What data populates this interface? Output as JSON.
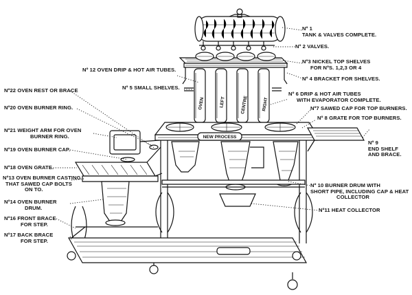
{
  "plate_text": "NEW PROCESS",
  "tube_labels": [
    "OVEN",
    "LEFT",
    "CENTRE",
    "RIGHT"
  ],
  "callouts": [
    {
      "id": "tank",
      "lines": [
        "Nº 1",
        "TANK & VALVES COMPLETE."
      ]
    },
    {
      "id": "valves",
      "lines": [
        "Nº 2 VALVES."
      ]
    },
    {
      "id": "nickel-shelves",
      "lines": [
        "Nº3 NICKEL TOP SHELVES",
        "FOR NºS. 1,2,3 OR 4"
      ]
    },
    {
      "id": "bracket",
      "lines": [
        "Nº 4 BRACKET FOR SHELVES."
      ]
    },
    {
      "id": "oven-drip",
      "lines": [
        "Nº 12 OVEN DRIP & HOT AIR TUBES."
      ]
    },
    {
      "id": "small-shelves",
      "lines": [
        "Nº 5 SMALL SHELVES."
      ]
    },
    {
      "id": "drip-tubes",
      "lines": [
        "Nº 6 DRIP & HOT AIR TUBES",
        "WITH EVAPORATOR COMPLETE."
      ]
    },
    {
      "id": "sawed-cap",
      "lines": [
        "Nº7 SAWED CAP FOR TOP BURNERS."
      ]
    },
    {
      "id": "grate-top",
      "lines": [
        "Nº 8 GRATE FOR TOP BURNERS."
      ]
    },
    {
      "id": "end-shelf",
      "lines": [
        "Nº 9",
        "END SHELF",
        "AND BRACE."
      ]
    },
    {
      "id": "oven-rest",
      "lines": [
        "Nº22 OVEN REST OR BRACE"
      ]
    },
    {
      "id": "oven-burner-ring",
      "lines": [
        "Nº20 OVEN BURNER RING."
      ]
    },
    {
      "id": "weight-arm",
      "lines": [
        "Nº21 WEIGHT ARM FOR OVEN",
        "BURNER RING."
      ]
    },
    {
      "id": "oven-burner-cap",
      "lines": [
        "Nº19 OVEN BURNER CAP."
      ]
    },
    {
      "id": "oven-grate",
      "lines": [
        "Nº18 OVEN GRATE."
      ]
    },
    {
      "id": "burner-casting",
      "lines": [
        "Nº13 OVEN BURNER CASTING",
        "THAT SAWED CAP BOLTS",
        "ON TO."
      ]
    },
    {
      "id": "oven-burner-drum",
      "lines": [
        "Nº14 OVEN BURNER",
        "DRUM."
      ]
    },
    {
      "id": "front-brace",
      "lines": [
        "Nº16 FRONT BRACE",
        "FOR STEP."
      ]
    },
    {
      "id": "back-brace",
      "lines": [
        "Nº17 BACK BRACE",
        "FOR STEP."
      ]
    },
    {
      "id": "burner-drum",
      "lines": [
        "Nº 10 BURNER DRUM WITH",
        "SHORT PIPE, INCLUDING CAP & HEAT",
        "COLLECTOR"
      ]
    },
    {
      "id": "heat-collector",
      "lines": [
        "Nº11 HEAT COLLECTOR"
      ]
    }
  ]
}
